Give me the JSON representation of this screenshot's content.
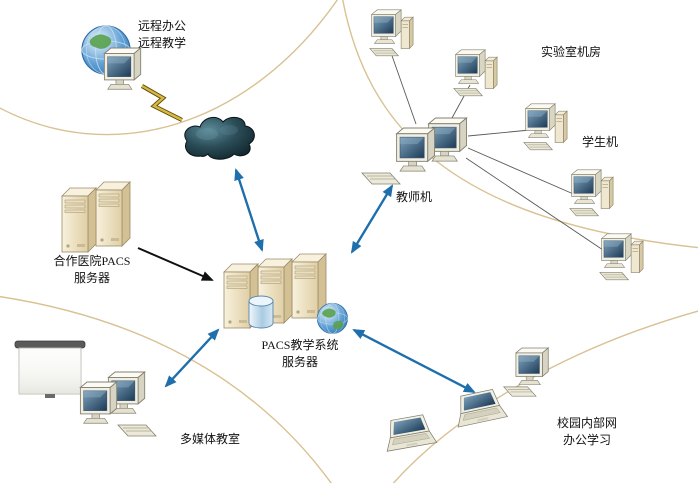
{
  "diagram": {
    "nodes": {
      "remote_office": {
        "label": "远程办公\n远程教学",
        "icon": "globe-workstation-icon"
      },
      "internet_cloud": {
        "icon": "cloud-icon"
      },
      "hospital_pacs_server": {
        "label": "合作医院PACS\n服务器",
        "icon": "server-tower-icon",
        "count": 2
      },
      "pacs_teaching_server": {
        "label": "PACS教学系统\n服务器",
        "icon": "server-cluster-icon",
        "count": 3
      },
      "teacher_machine": {
        "label": "教师机",
        "icon": "dual-monitor-icon"
      },
      "lab_room": {
        "label": "实验室机房",
        "icon": "desktop-pc-icon",
        "count": 2
      },
      "student_machines": {
        "label": "学生机",
        "icon": "desktop-pc-icon",
        "count": 3
      },
      "multimedia_room": {
        "label": "多媒体教室",
        "icon": "projector-screen-icon"
      },
      "campus_intranet": {
        "label": "校园内部网\n办公学习",
        "icon": "laptop-icon",
        "count": 2
      }
    },
    "connections": [
      {
        "from": "remote_office",
        "to": "internet_cloud",
        "type": "lightning-link"
      },
      {
        "from": "internet_cloud",
        "to": "pacs_teaching_server",
        "type": "double-arrow"
      },
      {
        "from": "hospital_pacs_server",
        "to": "pacs_teaching_server",
        "type": "arrow"
      },
      {
        "from": "pacs_teaching_server",
        "to": "teacher_machine",
        "type": "double-arrow"
      },
      {
        "from": "pacs_teaching_server",
        "to": "multimedia_room",
        "type": "double-arrow"
      },
      {
        "from": "pacs_teaching_server",
        "to": "campus_intranet",
        "type": "double-arrow"
      },
      {
        "from": "teacher_machine",
        "to": "lab_room",
        "type": "line"
      },
      {
        "from": "teacher_machine",
        "to": "student_machines",
        "type": "line"
      }
    ],
    "colors": {
      "arrow_blue": "#1f6fad",
      "zone_curve": "#d9c193",
      "cloud_dark": "#0c1d24",
      "server_beige": "#efe3c8",
      "screen_blue": "#2c4f6e",
      "lightning_yellow": "#d8b93c",
      "background": "#ffffff"
    }
  }
}
